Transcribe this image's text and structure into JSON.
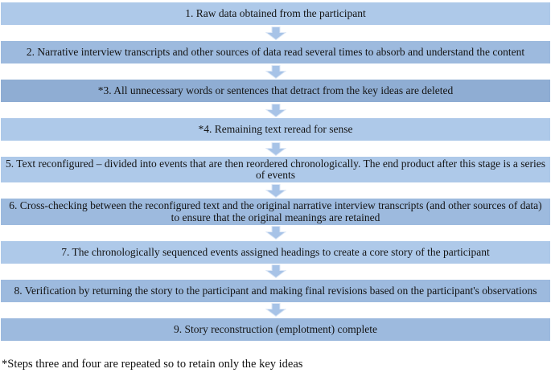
{
  "flowchart": {
    "steps": [
      {
        "label": "1. Raw data obtained from the participant",
        "shade": "light"
      },
      {
        "label": "2. Narrative interview transcripts and other sources of data read several times to absorb and understand the content",
        "shade": "medium"
      },
      {
        "label": "*3. All unnecessary words or sentences that detract from the key ideas are deleted",
        "shade": "dark"
      },
      {
        "label": "*4. Remaining text reread for sense",
        "shade": "light"
      },
      {
        "label": "5. Text reconfigured – divided into events that are then reordered chronologically. The end product after this stage is a series of events",
        "shade": "light"
      },
      {
        "label": "6. Cross-checking between the reconfigured text and the original narrative interview transcripts (and other sources of data) to ensure that the original meanings are retained",
        "shade": "medium"
      },
      {
        "label": "7. The chronologically sequenced events assigned headings to create a core story of the participant",
        "shade": "light"
      },
      {
        "label": "8. Verification by returning the story to the participant and making final revisions based on the participant's observations",
        "shade": "medium"
      },
      {
        "label": "9. Story reconstruction (emplotment) complete",
        "shade": "medium"
      }
    ],
    "colors": {
      "light": "#aec9e9",
      "medium": "#9dbade",
      "dark": "#8fadd3",
      "arrow_fill": "#a7c3e7",
      "arrow_edge": "#dce7f6",
      "text": "#141414"
    },
    "footnote": "*Steps three and four are repeated so to retain only the key ideas"
  }
}
